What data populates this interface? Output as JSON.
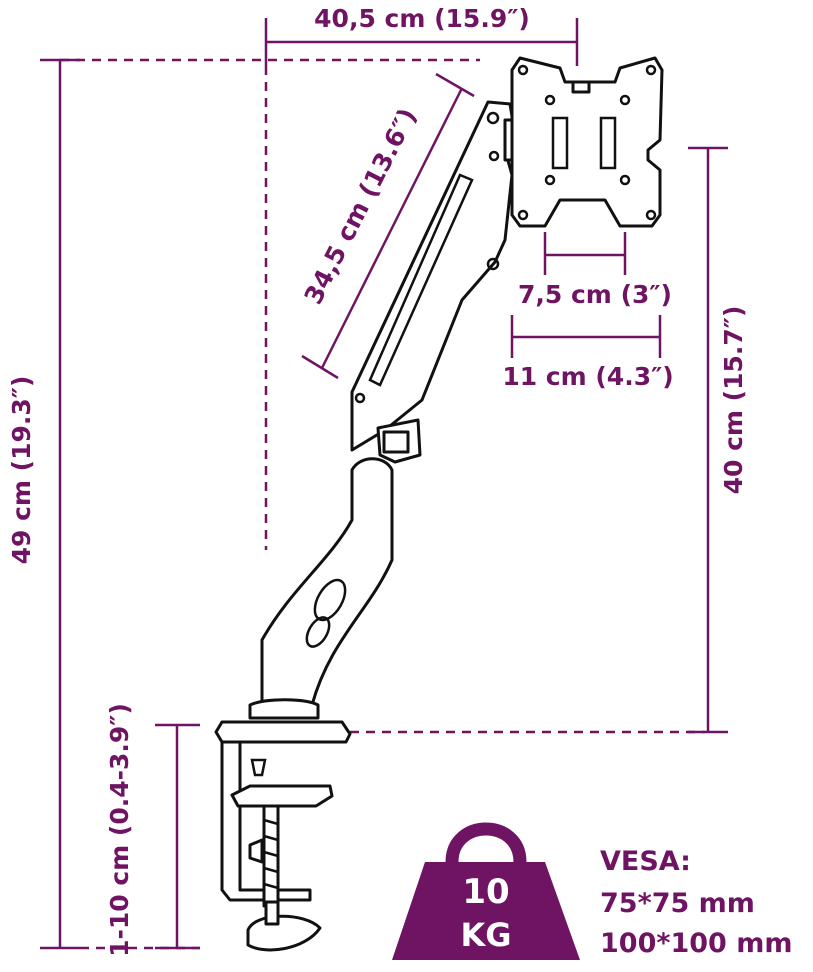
{
  "dimensions": {
    "width_top": "40,5 cm (15.9″)",
    "arm_length": "34,5 cm (13.6″)",
    "vesa_small": "7,5 cm (3″)",
    "vesa_large": "11 cm (4.3″)",
    "height_right": "40 cm (15.7″)",
    "height_left": "49 cm (19.3″)",
    "clamp_range": "1-10 cm (0.4-3.9″)"
  },
  "weight": {
    "value": "10",
    "unit": "KG"
  },
  "vesa": {
    "title": "VESA:",
    "sizes": [
      "75*75 mm",
      "100*100 mm"
    ]
  },
  "colors": {
    "accent": "#6e1463",
    "line": "#111111"
  }
}
